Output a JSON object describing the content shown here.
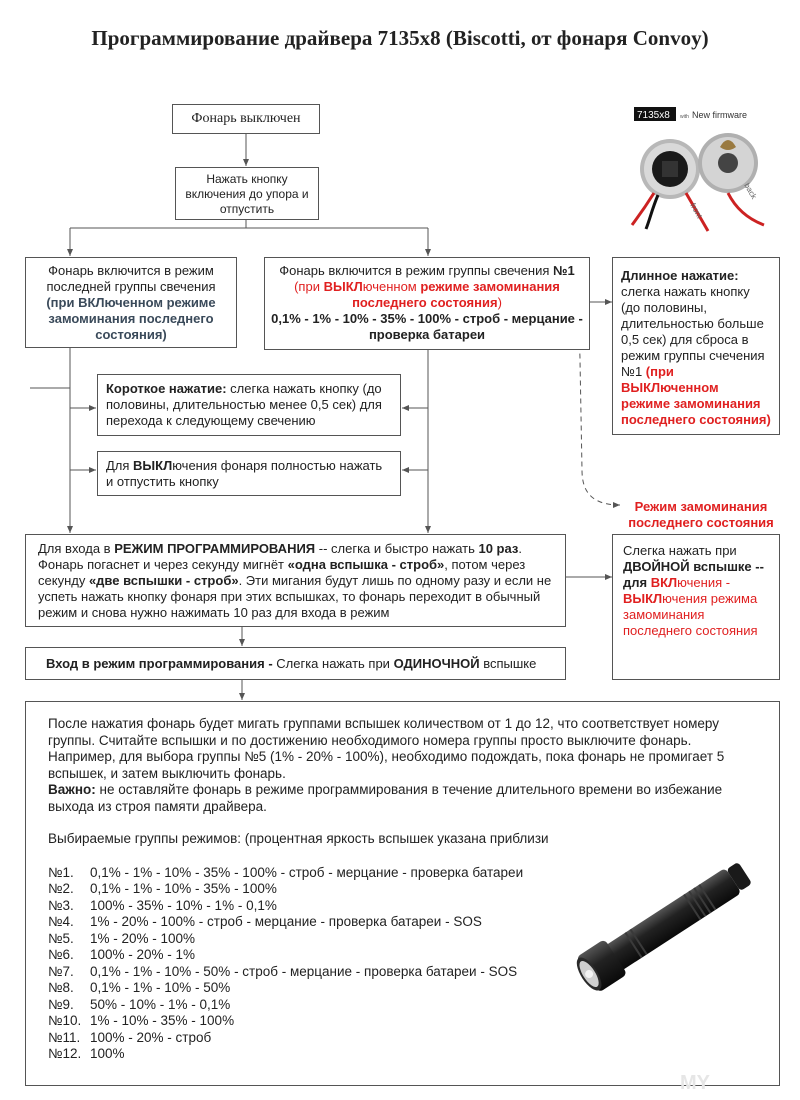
{
  "title": "Программирование драйвера 7135x8 (Biscotti, от фонаря Convoy)",
  "photo_board": {
    "label_model": "7135x8",
    "label_with": "with",
    "label_firmware": "New firmware",
    "label_front": "front",
    "label_back": "back"
  },
  "off": "Фонарь выключен",
  "press": "Нажать кнопку включения до упора и отпустить",
  "left_box": {
    "t1": "Фонарь включится в режим последней группы свечения ",
    "t2": "(при ВКЛюченном режиме замоминания последнего состояния)"
  },
  "mid_box": {
    "t1": "Фонарь включится в режим группы свечения ",
    "t1b": "№1",
    "t2a": "(при ",
    "t2b": "ВЫКЛ",
    "t2c": "юченном ",
    "t2d": "режиме замоминания последнего состояния",
    "t2e": ")",
    "t3": "0,1% - 1% - 10% - 35% - 100% - строб - мерцание - проверка батареи"
  },
  "long_press": {
    "h": "Длинное нажатие:",
    "t": " слегка нажать кнопку (до половины, длительностью больше 0,5 сек) для сброса в режим группы счечения №1 ",
    "r": "(при ВЫКЛюченном режиме замоминания последнего состояния)"
  },
  "short_press": {
    "h": "Короткое нажатие:",
    "t": " слегка нажать кнопку (до половины, длительностью менее 0,5 сек) для перехода к следующему свечению"
  },
  "off_box": {
    "a": "Для ",
    "b": "ВЫКЛ",
    "c": "ючения фонаря полностью нажать и отпустить кнопку"
  },
  "memory_label": "Режим замоминания последнего состояния",
  "double_box": {
    "a": "Слегка нажать при ",
    "b": "ДВОЙНОЙ",
    "c": " вспышке -- для ",
    "d": "ВКЛ",
    "e": "ючения - ",
    "f": "ВЫКЛ",
    "g": "ючения режима замоминания последнего состояния"
  },
  "prog_box": {
    "a": "Для входа в ",
    "b": "РЕЖИМ ПРОГРАММИРОВАНИЯ",
    "c": " -- слегка и быстро нажать ",
    "d": "10 раз",
    "e": ". Фонарь погаснет и через секунду мигнёт ",
    "f": "«одна вспышка - строб»",
    "g": ", потом через секунду ",
    "h": "«две вспышки - строб»",
    "i": ". Эти мигания будут лишь по одному разу и если не успеть нажать кнопку фонаря при этих вспышках, то фонарь переходит в обычный режим и снова нужно нажимать 10 раз для входа в режим"
  },
  "enter_box": {
    "a": "Вход в режим программирования - ",
    "b": "Слегка нажать при ",
    "c": "ОДИНОЧНОЙ",
    "d": " вспышке"
  },
  "info": {
    "p1": "После нажатия фонарь будет мигать группами вспышек количеством от 1 до 12, что соответствует номеру группы. Считайте вспышки и по достижению необходимого номера группы просто выключите фонарь. Например, для выбора группы №5 (1% - 20% - 100%), необходимо подождать, пока фонарь не промигает 5 вспышек, и затем выключить фонарь.",
    "imp_h": "Важно:",
    "imp_t": " не оставляйте фонарь в режиме программирования в течение длительного времени во избежание выхода из строя памяти драйвера.",
    "groups_title": "Выбираемые группы режимов: (процентная яркость вспышек указана приблизи"
  },
  "groups": [
    {
      "n": "№1.",
      "v": "0,1% - 1% - 10% - 35% - 100% - строб - мерцание - проверка батареи"
    },
    {
      "n": "№2.",
      "v": "0,1% - 1% - 10% - 35% - 100%"
    },
    {
      "n": "№3.",
      "v": "100% - 35% - 10% - 1% - 0,1%"
    },
    {
      "n": "№4.",
      "v": "1% - 20% - 100% - строб - мерцание - проверка батареи - SOS"
    },
    {
      "n": "№5.",
      "v": "1% - 20% - 100%"
    },
    {
      "n": "№6.",
      "v": "100% - 20% - 1%"
    },
    {
      "n": "№7.",
      "v": "0,1% - 1% - 10% - 50% - строб - мерцание - проверка батареи - SOS"
    },
    {
      "n": "№8.",
      "v": "0,1% - 1% - 10% - 50%"
    },
    {
      "n": "№9.",
      "v": "50% - 10% - 1% - 0,1%"
    },
    {
      "n": "№10.",
      "v": "1% - 10% - 35% - 100%"
    },
    {
      "n": "№11.",
      "v": "100% - 20% - строб"
    },
    {
      "n": "№12.",
      "v": "100%"
    }
  ],
  "watermark": "MY"
}
